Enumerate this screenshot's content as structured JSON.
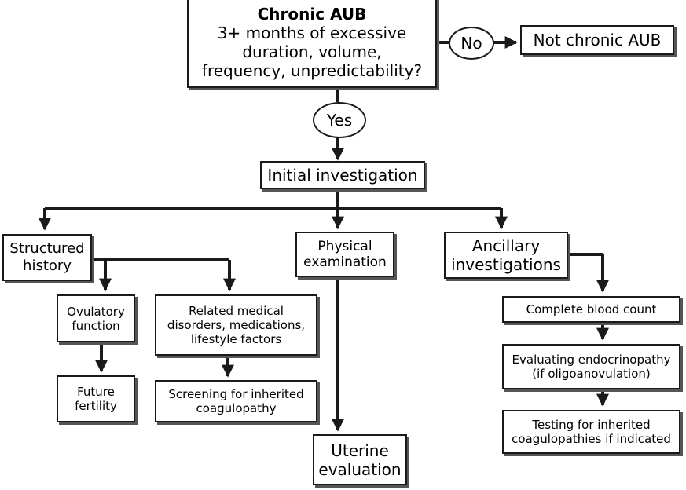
{
  "start": {
    "title": "Chronic AUB",
    "question_lines": [
      "3+ months of excessive",
      "duration, volume,",
      "frequency, unpredictability?"
    ]
  },
  "decision_no": "No",
  "decision_yes": "Yes",
  "not_chronic": "Not chronic AUB",
  "initial": "Initial investigation",
  "structured_history": [
    "Structured",
    "history"
  ],
  "physical_exam": [
    "Physical",
    "examination"
  ],
  "ancillary": [
    "Ancillary",
    "investigations"
  ],
  "ovulatory": [
    "Ovulatory",
    "function"
  ],
  "future_fertility": [
    "Future",
    "fertility"
  ],
  "related_disorders": [
    "Related medical",
    "disorders, medications,",
    "lifestyle factors"
  ],
  "screening_coag": [
    "Screening for inherited",
    "coagulopathy"
  ],
  "uterine": [
    "Uterine",
    "evaluation"
  ],
  "cbc": "Complete blood count",
  "endocrinopathy": [
    "Evaluating endocrinopathy",
    "(if oligoanovulation)"
  ],
  "testing_coag": [
    "Testing for inherited",
    "coagulopathies if indicated"
  ]
}
